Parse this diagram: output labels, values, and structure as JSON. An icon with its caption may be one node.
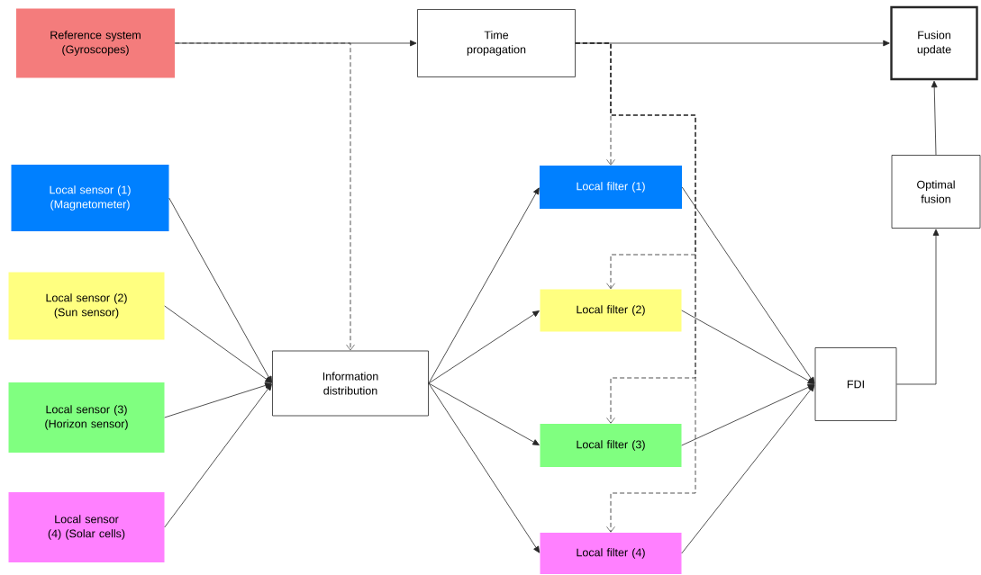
{
  "diagram": {
    "nodes": [
      {
        "text": [
          "Reference system (Gyroscopes)"
        ]
      },
      {
        "text": [
          "Time propagation"
        ]
      },
      {
        "text": [
          "Fusion update"
        ]
      },
      {
        "text": [
          "Local sensor (1) (Magnetometer)"
        ]
      },
      {
        "text": [
          "Local sensor (2) (Sun sensor)"
        ]
      },
      {
        "text": [
          "Local sensor (3) (Horizon sensor)"
        ]
      },
      {
        "text": [
          "Local sensor (4) (Solar cells)"
        ]
      },
      {
        "text": [
          "Information distribution"
        ]
      },
      {
        "text": [
          "Local filter (1)"
        ]
      },
      {
        "text": [
          "Local filter (2)"
        ]
      },
      {
        "text": [
          "Local filter (3)"
        ]
      },
      {
        "text": [
          "Local filter (4)"
        ]
      },
      {
        "text": [
          "Optimal fusion"
        ]
      },
      {
        "text": [
          "FDI"
        ]
      }
    ],
    "edges": [
      {
        "from": 0,
        "to": 1,
        "arrow": "to"
      },
      {
        "from": 1,
        "to": 2,
        "arrow": "to"
      },
      {
        "from": 0,
        "to": 7,
        "arrow": "to",
        "style": "dashed"
      },
      {
        "from": 3,
        "to": 7,
        "arrow": "to"
      },
      {
        "from": 4,
        "to": 7,
        "arrow": "to"
      },
      {
        "from": 5,
        "to": 7,
        "arrow": "to"
      },
      {
        "from": 6,
        "to": 7,
        "arrow": "to"
      },
      {
        "from": 7,
        "to": 8,
        "arrow": "to"
      },
      {
        "from": 7,
        "to": 9,
        "arrow": "to"
      },
      {
        "from": 7,
        "to": 10,
        "arrow": "to"
      },
      {
        "from": 7,
        "to": 11,
        "arrow": "to"
      },
      {
        "from": 1,
        "to": 8,
        "arrow": "to",
        "style": "dashed"
      },
      {
        "from": 1,
        "to": 9,
        "arrow": "to",
        "style": "dashed"
      },
      {
        "from": 1,
        "to": 10,
        "arrow": "to",
        "style": "dashed"
      },
      {
        "from": 1,
        "to": 11,
        "arrow": "to",
        "style": "dashed"
      },
      {
        "from": 8,
        "to": 13,
        "arrow": "to"
      },
      {
        "from": 9,
        "to": 13,
        "arrow": "to"
      },
      {
        "from": 10,
        "to": 13,
        "arrow": "to"
      },
      {
        "from": 11,
        "to": 13,
        "arrow": "to"
      },
      {
        "from": 13,
        "to": 12,
        "arrow": "to"
      },
      {
        "from": 12,
        "to": 2,
        "arrow": "to"
      }
    ]
  }
}
